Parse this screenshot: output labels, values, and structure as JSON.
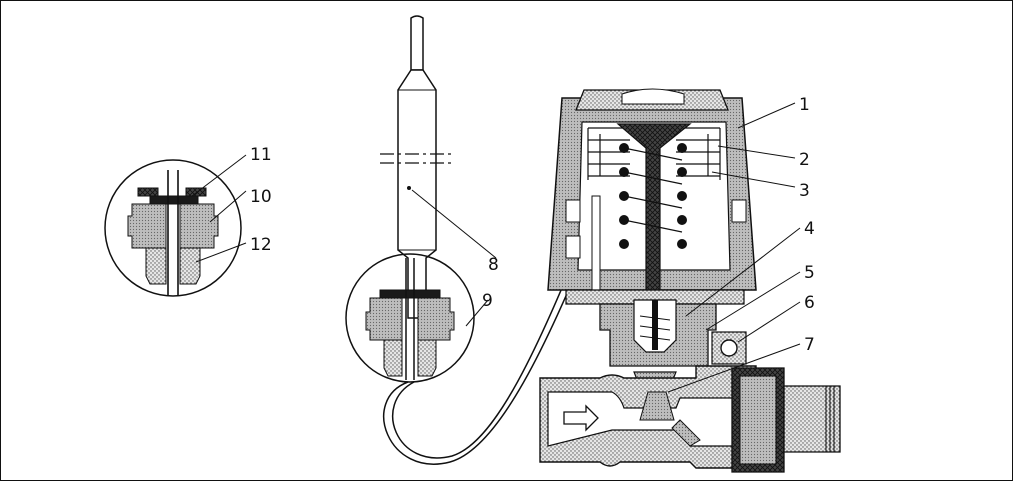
{
  "diagram": {
    "labels": {
      "l1": "1",
      "l2": "2",
      "l3": "3",
      "l4": "4",
      "l5": "5",
      "l6": "6",
      "l7": "7",
      "l8": "8",
      "l9": "9",
      "l10": "10",
      "l11": "11",
      "l12": "12"
    }
  }
}
